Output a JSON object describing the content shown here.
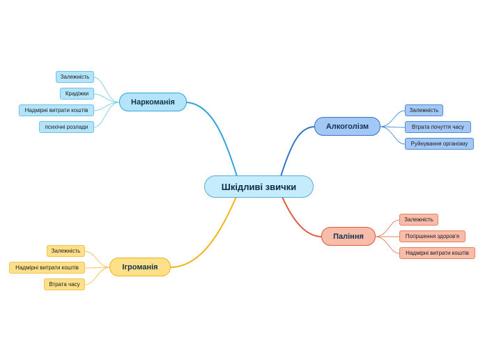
{
  "central": {
    "label": "Шкідливі звички"
  },
  "branches": [
    {
      "label": "Наркоманія",
      "color": "#2fa3dc",
      "children": [
        "Залежність",
        "Крадіжки",
        "Надмірні витрати коштів",
        "психічні розлади"
      ]
    },
    {
      "label": "Алкоголізм",
      "color": "#2e74c8",
      "children": [
        "Залежність",
        "Втрата  почуття часу",
        "Руйнування організму"
      ]
    },
    {
      "label": "Паління",
      "color": "#e0583a",
      "children": [
        "Залежність",
        "Погіршення здоров'я",
        "Надмірні витрати коштів"
      ]
    },
    {
      "label": "Ігроманія",
      "color": "#f0b418",
      "children": [
        "Залежність",
        "Надмірні витрати коштів",
        "Втрата часу"
      ]
    }
  ]
}
